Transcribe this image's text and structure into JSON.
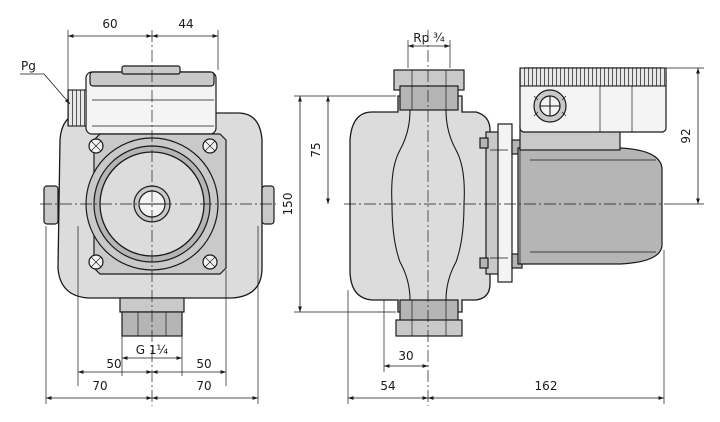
{
  "labels": {
    "pg": "Pg",
    "rp": "Rp ¾",
    "g_thread": "G 1¼"
  },
  "dimensions": {
    "top_left": "60",
    "top_right": "44",
    "left_lower_inner_left": "50",
    "left_lower_inner_right": "50",
    "left_lower_outer_left": "70",
    "left_lower_outer_right": "70",
    "side_height_total": "150",
    "side_height_upper": "75",
    "side_head_height": "92",
    "side_port_width": "30",
    "side_depth_front": "54",
    "side_depth_rear": "162"
  }
}
